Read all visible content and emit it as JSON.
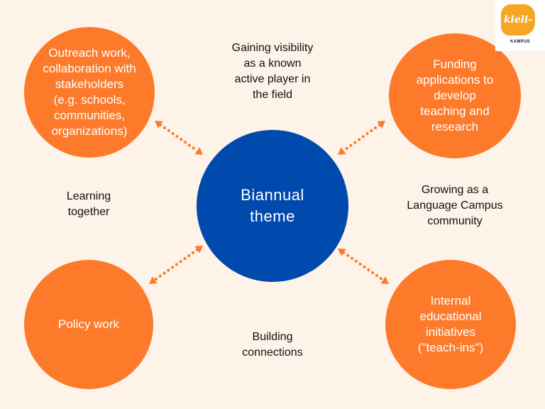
{
  "colors": {
    "background": "#fdf3e8",
    "accent_orange": "#fd7a2b",
    "center_blue": "#004aad",
    "logo_orange": "#f6a623"
  },
  "center": {
    "label": "Biannual\ntheme"
  },
  "nodes": [
    {
      "id": "top-left",
      "label": "Outreach work,\ncollaboration with\nstakeholders\n(e.g. schools,\ncommunities,\norganizations)"
    },
    {
      "id": "top-right",
      "label": "Funding\napplications to\ndevelop\nteaching and\nresearch"
    },
    {
      "id": "bottom-left",
      "label": "Policy work"
    },
    {
      "id": "bottom-right",
      "label": "Internal\neducational\ninitiatives\n(\"teach-ins\")"
    }
  ],
  "goals": {
    "top": "Gaining visibility\nas a known\nactive player in\nthe field",
    "left": "Learning\ntogether",
    "right": "Growing as a\nLanguage Campus\ncommunity",
    "bottom": "Building\nconnections"
  },
  "connectors": [
    {
      "from": "top-left",
      "to": "center",
      "style": "dotted-double-arrow"
    },
    {
      "from": "top-right",
      "to": "center",
      "style": "dotted-double-arrow"
    },
    {
      "from": "bottom-left",
      "to": "center",
      "style": "dotted-double-arrow"
    },
    {
      "from": "bottom-right",
      "to": "center",
      "style": "dotted-double-arrow"
    }
  ],
  "logo": {
    "brand": "kieli-",
    "subtitle": "KAMPUS"
  }
}
